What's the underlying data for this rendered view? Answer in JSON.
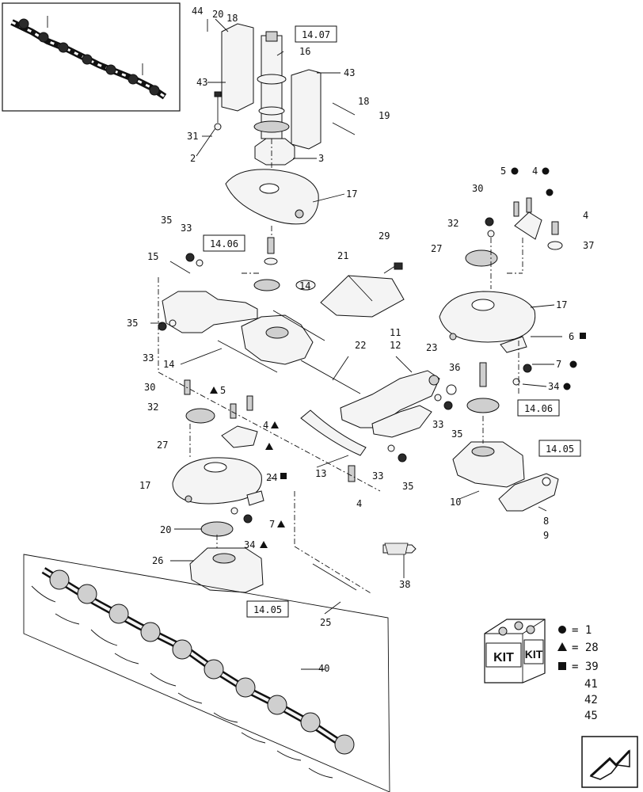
{
  "refs": {
    "r1407": "14.07",
    "r1406a": "14.06",
    "r1406b": "14.06",
    "r1405a": "14.05",
    "r1405b": "14.05"
  },
  "labels": {
    "p44": "44",
    "p20a": "20",
    "p18a": "18",
    "p16": "16",
    "p43a": "43",
    "p43b": "43",
    "p18b": "18",
    "p19": "19",
    "p31": "31",
    "p2": "2",
    "p3": "3",
    "p17a": "17",
    "p35a": "35",
    "p33a": "33",
    "p15": "15",
    "p14a": "14",
    "p21": "21",
    "p29": "29",
    "p35b": "35",
    "p33b": "33",
    "p14b": "14",
    "p22": "22",
    "p11": "11",
    "p12": "12",
    "p23": "23",
    "p36": "36",
    "p30a": "30",
    "p32a": "32",
    "p27a": "27",
    "p5a": "5",
    "p4a": "4",
    "p4b": "4",
    "p37": "37",
    "p17b": "17",
    "p6": "6",
    "p7a": "7",
    "p34a": "34",
    "p33c": "33",
    "p35c": "35",
    "p30b": "30",
    "p32b": "32",
    "p27b": "27",
    "p5b": "5",
    "p4c": "4",
    "p24": "24",
    "p17c": "17",
    "p13": "13",
    "p33d": "33",
    "p35d": "35",
    "p4d": "4",
    "p10": "10",
    "p8": "8",
    "p9": "9",
    "p20b": "20",
    "p7b": "7",
    "p34b": "34",
    "p26": "26",
    "p38": "38",
    "p25": "25",
    "p40": "40"
  },
  "legend": {
    "kit_text": "KIT",
    "rows": [
      {
        "symbol": "circle",
        "text": "= 1"
      },
      {
        "symbol": "triangle",
        "text": "= 28"
      },
      {
        "symbol": "square",
        "text": "= 39"
      }
    ],
    "extra": [
      "41",
      "42",
      "45"
    ]
  },
  "icons": {
    "overview": "cutterbar-overview-thumbnail",
    "nav": "next-page-arrow-icon"
  }
}
